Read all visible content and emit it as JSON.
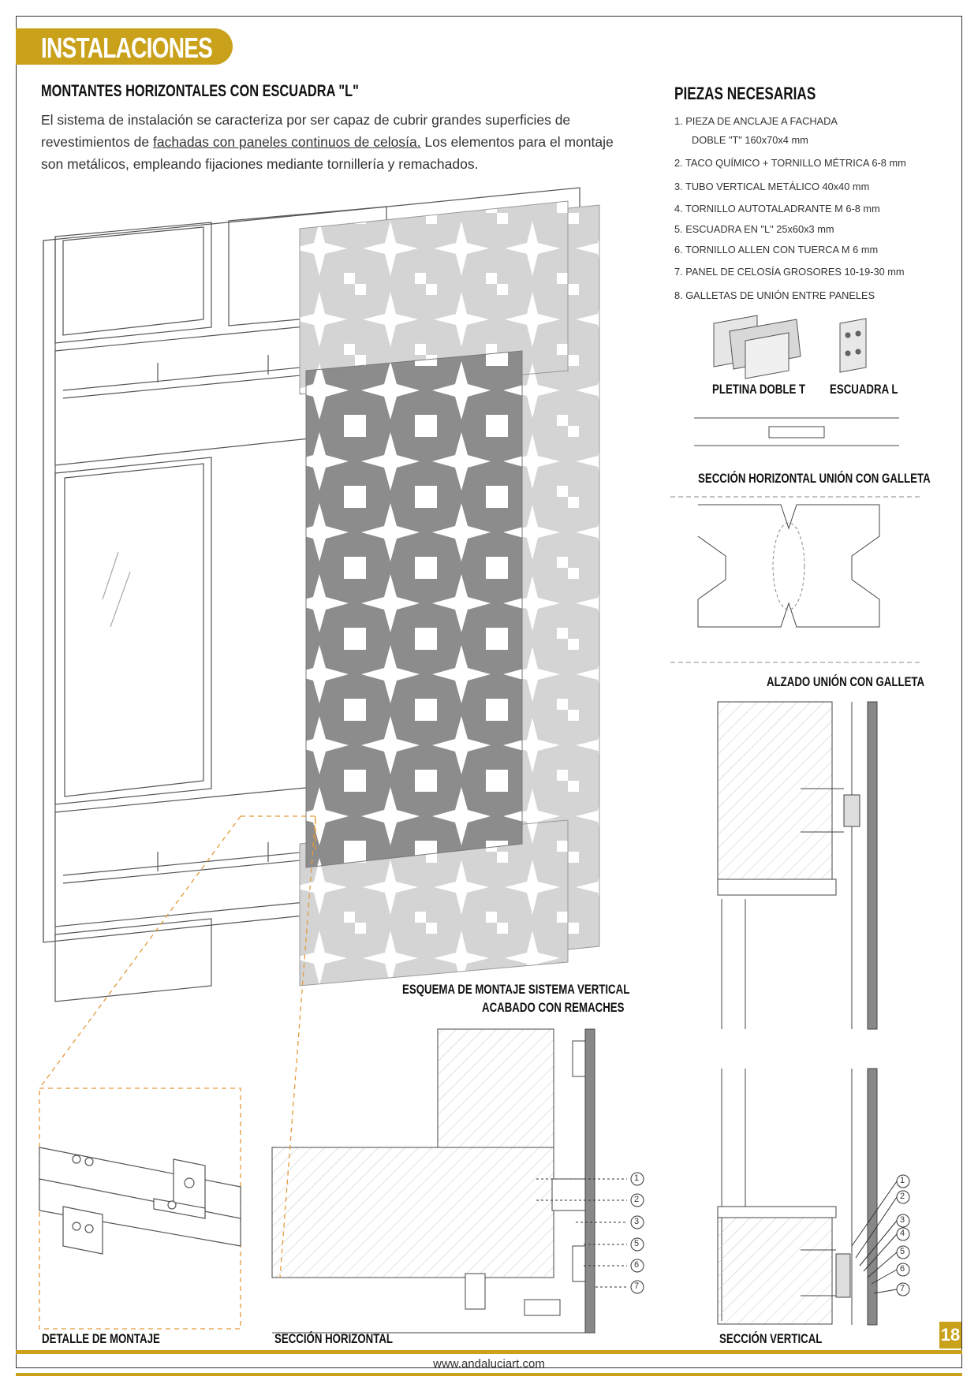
{
  "header": {
    "section_title": "INSTALACIONES"
  },
  "intro": {
    "heading": "MONTANTES HORIZONTALES CON ESCUADRA \"L\"",
    "text_before": "El sistema de instalación se caracteriza por ser capaz de cubrir grandes superficies de revestimientos de ",
    "text_link": "fachadas con paneles continuos de celosía.",
    "text_after": " Los elementos para el montaje son metálicos, empleando fijaciones mediante tornillería y remachados."
  },
  "pieces": {
    "heading": "PIEZAS NECESARIAS",
    "items": [
      "1.  PIEZA DE ANCLAJE A FACHADA",
      "DOBLE \"T\" 160x70x4 mm",
      "2.  TACO QUÍMICO + TORNILLO MÉTRICA 6-8 mm",
      "3.  TUBO VERTICAL METÁLICO 40x40 mm",
      "4.  TORNILLO AUTOTALADRANTE M 6-8 mm",
      "5.  ESCUADRA EN \"L\" 25x60x3 mm",
      "6.  TORNILLO ALLEN CON TUERCA M 6 mm",
      "7.  PANEL DE CELOSÍA GROSORES 10-19-30 mm",
      "8.  GALLETAS DE UNIÓN ENTRE PANELES"
    ]
  },
  "labels": {
    "pletina": "PLETINA DOBLE T",
    "escuadra": "ESCUADRA  L",
    "seccion_horizontal_galleta": "SECCIÓN HORIZONTAL UNIÓN CON GALLETA",
    "alzado_galleta": "ALZADO UNIÓN CON GALLETA",
    "esquema_1": "ESQUEMA DE MONTAJE SISTEMA VERTICAL",
    "esquema_2": "ACABADO CON REMACHES",
    "detalle": "DETALLE DE MONTAJE",
    "seccion_horizontal": "SECCIÓN HORIZONTAL",
    "seccion_vertical": "SECCIÓN VERTICAL"
  },
  "callouts": [
    "1",
    "2",
    "3",
    "4",
    "5",
    "6",
    "7"
  ],
  "footer": {
    "url": "www.andaluciart.com",
    "page": "18"
  },
  "colors": {
    "accent": "#c9a11a",
    "panel_dark": "#8c8c8c",
    "panel_light": "#d4d4d4",
    "detail_orange": "#e39a3a"
  }
}
